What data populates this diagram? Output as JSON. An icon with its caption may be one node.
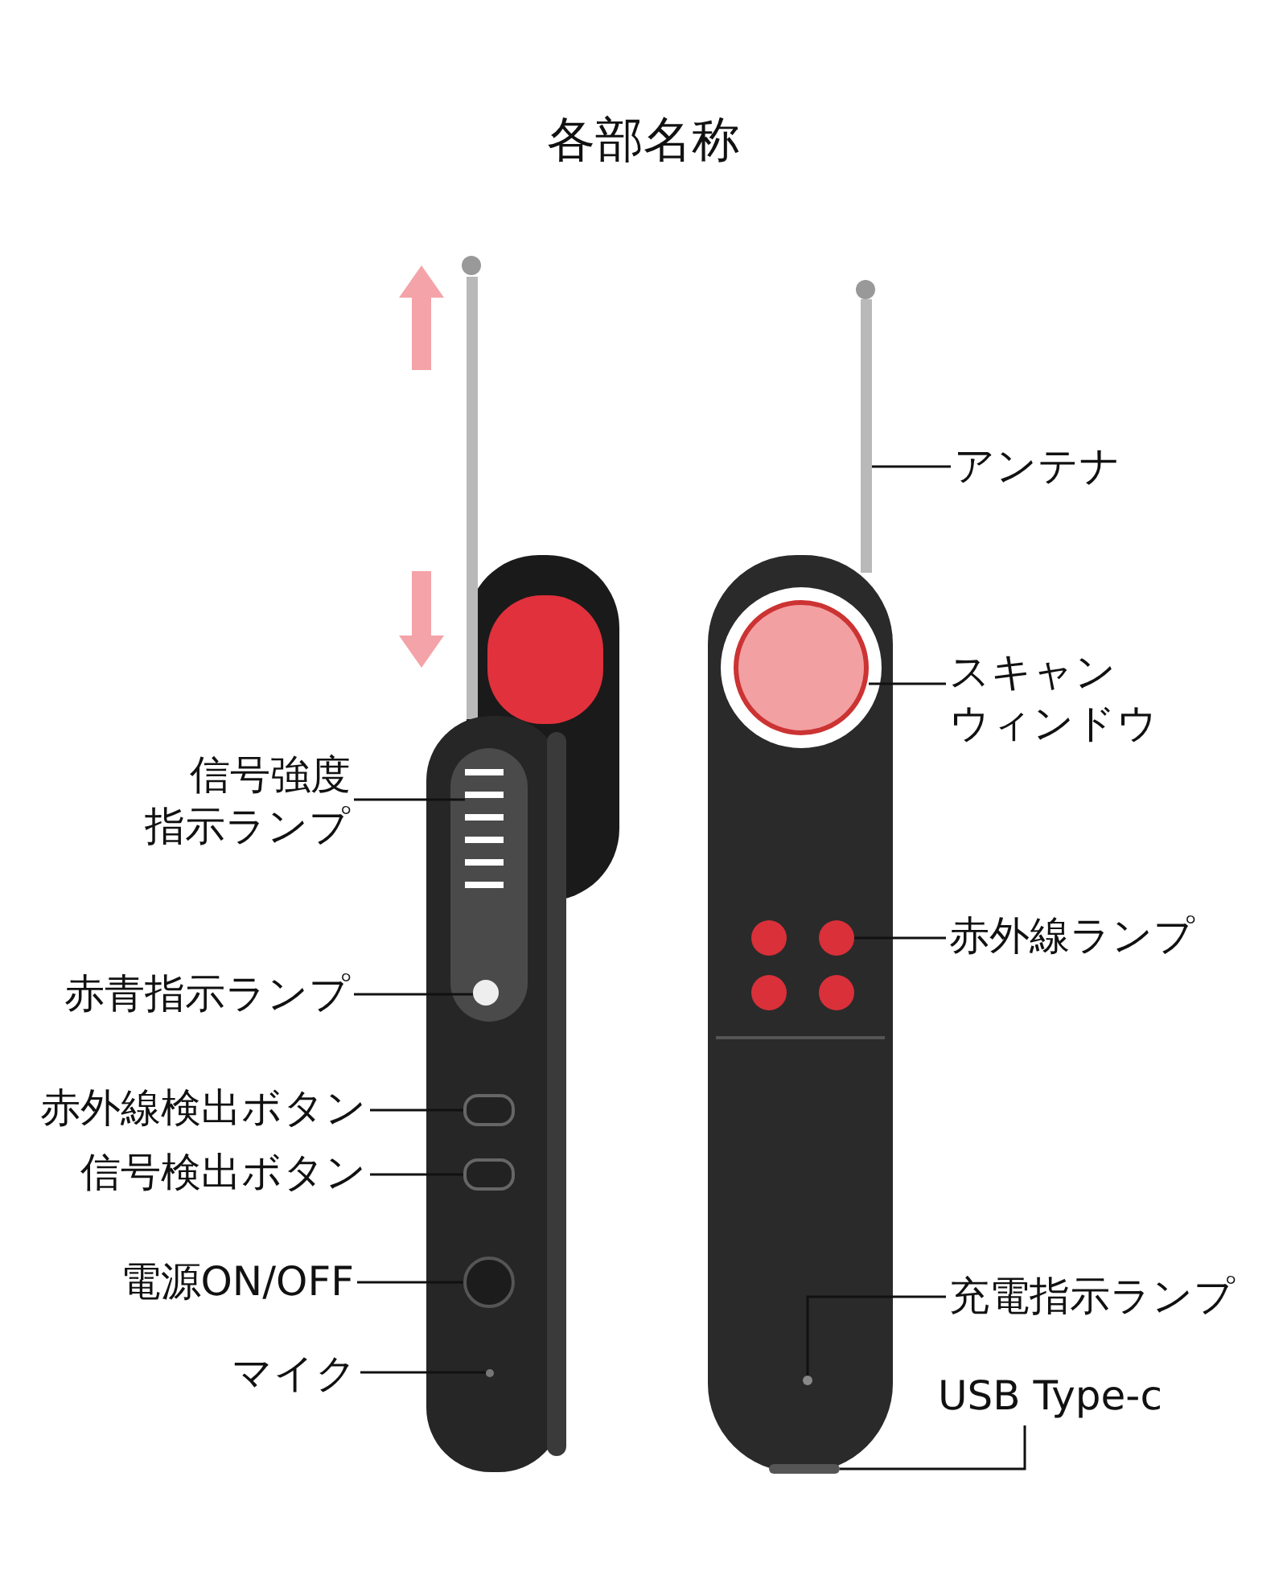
{
  "diagram": {
    "title": "各部名称",
    "nodes": [
      {
        "text": [
          "信号強度指示ランプ"
        ]
      },
      {
        "text": [],
        "shape": "bar"
      },
      {
        "text": [
          "赤青指示ランプ"
        ]
      },
      {
        "text": [],
        "shape": "circle"
      },
      {
        "text": [
          "赤外線検出ボタン"
        ]
      },
      {
        "text": [],
        "shape": "box"
      },
      {
        "text": [
          "信号検出ボタン"
        ]
      },
      {
        "text": [],
        "shape": "box"
      },
      {
        "text": [
          "電源ON/OFF"
        ]
      },
      {
        "text": [],
        "shape": "circle"
      },
      {
        "text": [
          "マイク"
        ]
      },
      {
        "text": [],
        "shape": "circle"
      },
      {
        "text": [
          "アンテナ"
        ]
      },
      {
        "text": [],
        "shape": "bar"
      },
      {
        "text": [
          "スキャンウィンドウ"
        ]
      },
      {
        "text": [],
        "shape": "circle"
      },
      {
        "text": [
          "赤外線ランプ"
        ]
      },
      {
        "text": [],
        "shape": "circle"
      },
      {
        "text": [
          "充電指示ランプ"
        ]
      },
      {
        "text": [],
        "shape": "circle"
      },
      {
        "text": [
          "USB Type-c"
        ]
      },
      {
        "text": [],
        "shape": "box"
      }
    ],
    "edges": [
      {
        "from": 0,
        "to": 1,
        "arrow": "none"
      },
      {
        "from": 2,
        "to": 3,
        "arrow": "none"
      },
      {
        "from": 4,
        "to": 5,
        "arrow": "none"
      },
      {
        "from": 6,
        "to": 7,
        "arrow": "none"
      },
      {
        "from": 8,
        "to": 9,
        "arrow": "none"
      },
      {
        "from": 10,
        "to": 11,
        "arrow": "none"
      },
      {
        "from": 12,
        "to": 13,
        "arrow": "none"
      },
      {
        "from": 14,
        "to": 15,
        "arrow": "none"
      },
      {
        "from": 16,
        "to": 17,
        "arrow": "none"
      },
      {
        "from": 18,
        "to": 19,
        "arrow": "none"
      },
      {
        "from": 20,
        "to": 21,
        "arrow": "none"
      }
    ]
  }
}
